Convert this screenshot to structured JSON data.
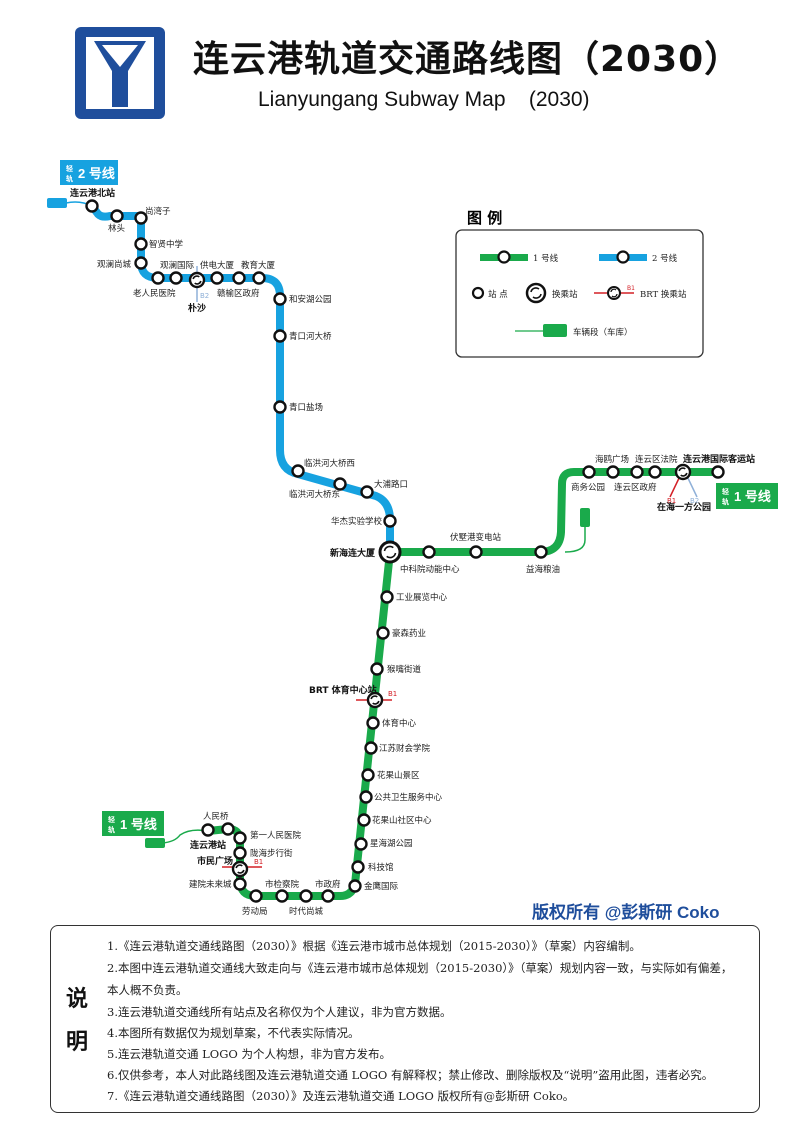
{
  "header": {
    "title": "连云港轨道交通路线图（2030）",
    "subtitle": "Lianyungang Subway Map    (2030)",
    "logo": "lianyungang-rail-logo"
  },
  "colors": {
    "line1": "#1aaa4b",
    "line2": "#17a2e0",
    "brt": "#d42027",
    "b2": "#8fb0d8",
    "logo_blue": "#1f4e9c"
  },
  "legend": {
    "title": "图 例",
    "line1": "1 号线",
    "line2": "2 号线",
    "station": "站 点",
    "transfer": "换乘站",
    "brt_transfer": "BRT 换乘站",
    "brt_tag": "B1",
    "depot": "车辆段（车库）"
  },
  "lines": {
    "line1": {
      "badge_small": [
        "轻",
        "轨"
      ],
      "badge": "1 号线",
      "stations": [
        "连云港站",
        "人民桥",
        "第一人民医院",
        "陇海步行街",
        "市民广场",
        "建院未来城",
        "劳动局",
        "市检察院",
        "时代尚城",
        "市政府",
        "金鹰国际",
        "科技馆",
        "星海湖公园",
        "花果山社区中心",
        "公共卫生服务中心",
        "花果山景区",
        "江苏财会学院",
        "体育中心",
        "BRT 体育中心站",
        "猴嘴街道",
        "豪森药业",
        "工业展览中心",
        "新海连大厦",
        "中科院动能中心",
        "伏墅港变电站",
        "益海粮油",
        "商务公园",
        "海鸥广场",
        "连云区政府",
        "连云区法院",
        "在海一方公园",
        "连云港国际客运站"
      ]
    },
    "line2": {
      "badge_small": [
        "轻",
        "轨"
      ],
      "badge": "2 号线",
      "stations": [
        "连云港北站",
        "林头",
        "尚湾子",
        "智贤中学",
        "观澜尚城",
        "老人民医院",
        "观澜国际",
        "朴沙",
        "供电大厦",
        "赣榆区政府",
        "教育大厦",
        "和安湖公园",
        "青口河大桥",
        "青口盐场",
        "临洪河大桥西",
        "临洪河大桥东",
        "大浦路口",
        "华杰实验学校",
        "新海连大厦"
      ]
    }
  },
  "tags": {
    "b1": "B1",
    "b2": "B2"
  },
  "copyright": "版权所有 @彭斯研 Coko",
  "notes": {
    "title": [
      "说",
      "明"
    ],
    "items": [
      "1.《连云港轨道交通线路图（2030）》根据《连云港市城市总体规划（2015-2030）》（草案）内容编制。",
      "2.本图中连云港轨道交通线大致走向与《连云港市城市总体规划（2015-2030）》（草案）规划内容一致，与实际如有偏差，",
      "本人概不负责。",
      "3.连云港轨道交通线所有站点及名称仅为个人建议，非为官方数据。",
      "4.本图所有数据仅为规划草案，不代表实际情况。",
      "5.连云港轨道交通 LOGO 为个人构想，非为官方发布。",
      "6.仅供参考，本人对此路线图及连云港轨道交通 LOGO 有解释权；禁止修改、删除版权及“说明”盗用此图，违者必究。",
      "7.《连云港轨道交通线路图（2030）》及连云港轨道交通 LOGO 版权所有@彭斯研 Coko。"
    ]
  }
}
